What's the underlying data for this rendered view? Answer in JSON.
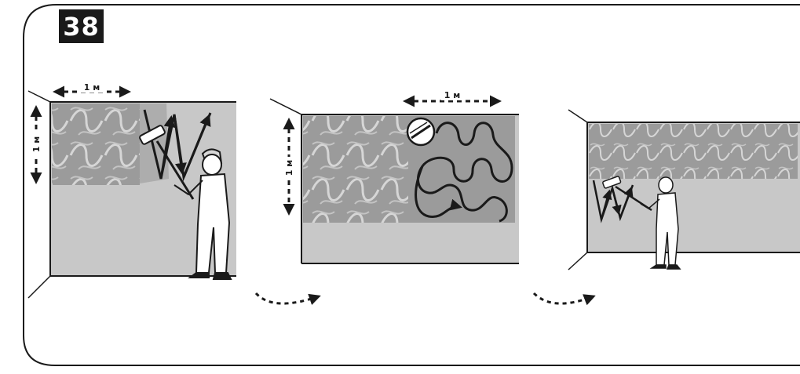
{
  "step_badge": {
    "number": "38"
  },
  "panels": [
    {
      "id": "panel-1",
      "width_label": "1 м",
      "height_label": "1 м"
    },
    {
      "id": "panel-2",
      "width_label": "1 м",
      "height_label": "1 м"
    },
    {
      "id": "panel-3"
    }
  ],
  "colors": {
    "wall": "#c8c8c8",
    "pattern_area": "#9b9b9b",
    "pattern_swirl": "#d8d8d8",
    "outline": "#1a1a1a",
    "badge_bg": "#1a1a1a",
    "badge_text": "#ffffff"
  }
}
